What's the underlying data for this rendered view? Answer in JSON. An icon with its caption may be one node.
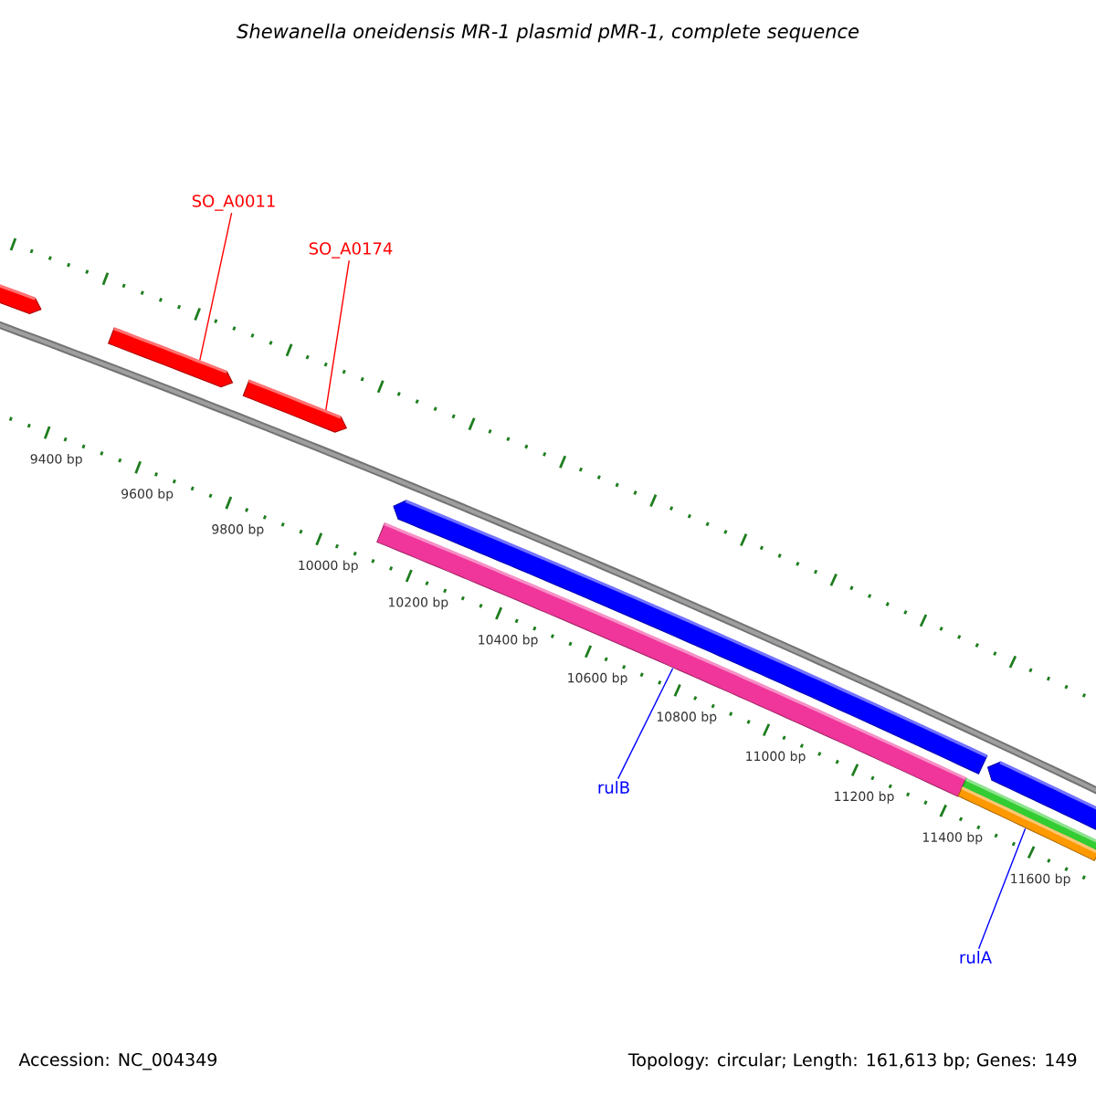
{
  "diagram": {
    "title": "Shewanella oneidensis MR-1 plasmid pMR-1, complete sequence",
    "nodes": [
      {
        "text": [
          "SO_A0011"
        ]
      },
      {
        "text": [
          "SO_A0174"
        ]
      },
      {
        "text": [
          "rulB"
        ]
      },
      {
        "text": [
          "rulA"
        ]
      },
      {
        "text": [],
        "shape": "box"
      },
      {
        "text": [],
        "shape": "box"
      },
      {
        "text": [],
        "shape": "box"
      },
      {
        "text": [],
        "shape": "box"
      },
      {
        "text": [],
        "shape": "box"
      },
      {
        "text": [],
        "shape": "bar"
      },
      {
        "text": [],
        "shape": "bar"
      },
      {
        "text": [],
        "shape": "bar"
      }
    ],
    "edges": [
      {
        "from": 0,
        "to": 5,
        "arrow": "none",
        "color": "#ff0000"
      },
      {
        "from": 1,
        "to": 6,
        "arrow": "none",
        "color": "#ff0000"
      },
      {
        "from": 2,
        "to": 9,
        "arrow": "none",
        "color": "#0000ff"
      },
      {
        "from": 3,
        "to": 11,
        "arrow": "none",
        "color": "#0000ff"
      }
    ],
    "labels": [
      "9400 bp",
      "9600 bp",
      "9800 bp",
      "10000 bp",
      "10200 bp",
      "10400 bp",
      "10600 bp",
      "10800 bp",
      "11000 bp",
      "11200 bp",
      "11400 bp",
      "11600 bp",
      "Accession: NC_004349",
      "Topology: circular; Length: 161,613 bp; Genes: 149"
    ]
  }
}
